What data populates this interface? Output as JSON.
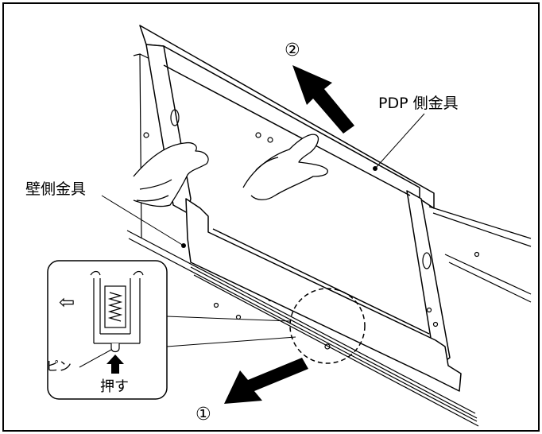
{
  "figure": {
    "step1": "①",
    "step2": "②",
    "label_pdp_bracket": "PDP 側金具",
    "label_wall_bracket": "壁側金具",
    "label_pin": "ピン",
    "label_push": "押す",
    "inset_arrow": "⇦"
  },
  "colors": {
    "line": "#000000",
    "background": "#ffffff"
  }
}
